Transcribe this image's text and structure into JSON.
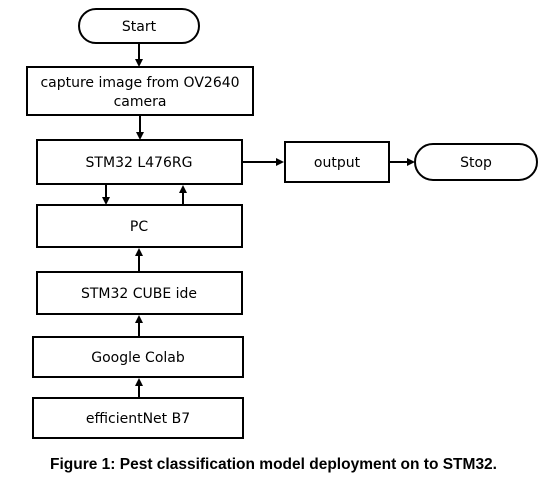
{
  "nodes": {
    "start": "Start",
    "capture_line1": "capture image from OV2640",
    "capture_line2": "camera",
    "stm32": "STM32 L476RG",
    "pc": "PC",
    "cube": "STM32 CUBE ide",
    "colab": "Google Colab",
    "efficientnet": "efficientNet B7",
    "output": "output",
    "stop": "Stop"
  },
  "caption": "Figure 1: Pest classification model deployment on to STM32.",
  "colors": {
    "stroke": "#000000",
    "fill": "#ffffff",
    "text": "#000000"
  }
}
